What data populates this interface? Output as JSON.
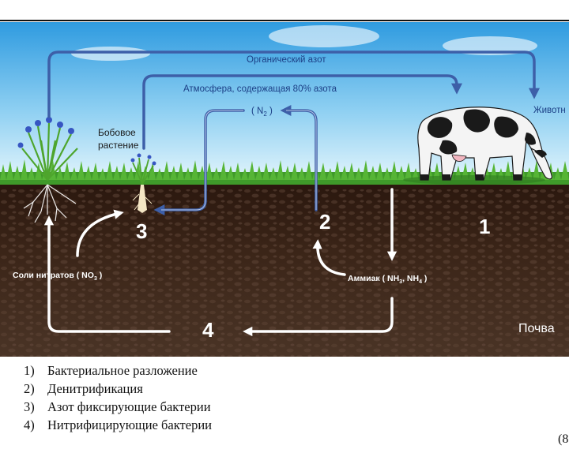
{
  "labels": {
    "organic_nitrogen": "Органический азот",
    "atmosphere": "Атмосфера, содержащая 80% азота",
    "n2": "( N",
    "n2_sub": "2",
    "n2_close": " )",
    "legume_line1": "Бобовое",
    "legume_line2": "растение",
    "animal": "Животн",
    "nitrates": "Соли нитратов ( NO",
    "nitrates_sub": "3",
    "nitrates_close": " )",
    "ammonia": "Аммиак ( NH",
    "ammonia_sub1": "3",
    "ammonia_mid": ", NH",
    "ammonia_sub2": "4",
    "ammonia_close": " )",
    "soil": "Почва"
  },
  "markers": {
    "m1": "1",
    "m2": "2",
    "m3": "3",
    "m4": "4"
  },
  "legend": [
    {
      "num": "1)",
      "text": "Бактериальное разложение"
    },
    {
      "num": "2)",
      "text": "Денитрификация"
    },
    {
      "num": "3)",
      "text": "Азот фиксирующие бактерии"
    },
    {
      "num": "4)",
      "text": "Нитрифицирующие бактерии"
    }
  ],
  "corner_text": "(8",
  "colors": {
    "sky_top": "#2f9be0",
    "sky_bottom": "#d9f0fb",
    "soil": "#3a2418",
    "arrow_blue": "#3d5fa8",
    "arrow_white": "#ffffff",
    "grass": "#3f9a2a"
  }
}
